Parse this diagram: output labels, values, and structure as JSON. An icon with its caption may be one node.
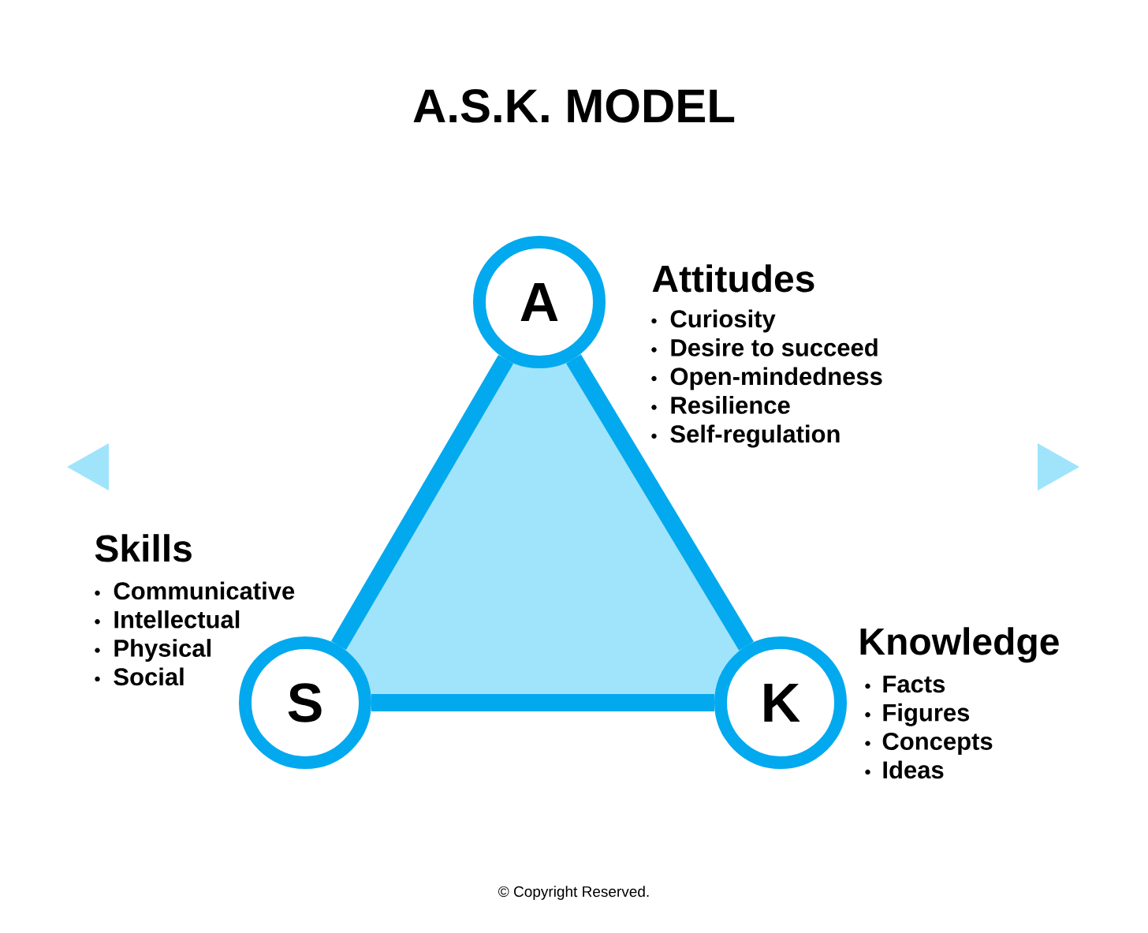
{
  "diagram": {
    "title": "A.S.K. MODEL",
    "nodes": [
      {
        "text": [
          "A"
        ],
        "beside": [
          "Attitudes",
          "Curiosity",
          "Desire to succeed",
          "Open-mindedness",
          "Resilience",
          "Self-regulation"
        ]
      },
      {
        "text": [
          "S"
        ],
        "beside": [
          "Skills",
          "Communicative",
          "Intellectual",
          "Physical",
          "Social"
        ]
      },
      {
        "text": [
          "K"
        ],
        "beside": [
          "Knowledge",
          "Facts",
          "Figures",
          "Concepts",
          "Ideas"
        ]
      }
    ],
    "edges": [
      {
        "from": 0,
        "to": 1,
        "arrow": "none"
      },
      {
        "from": 1,
        "to": 2,
        "arrow": "none"
      },
      {
        "from": 2,
        "to": 0,
        "arrow": "none"
      }
    ],
    "labels": [
      "© Copyright Reserved."
    ]
  }
}
